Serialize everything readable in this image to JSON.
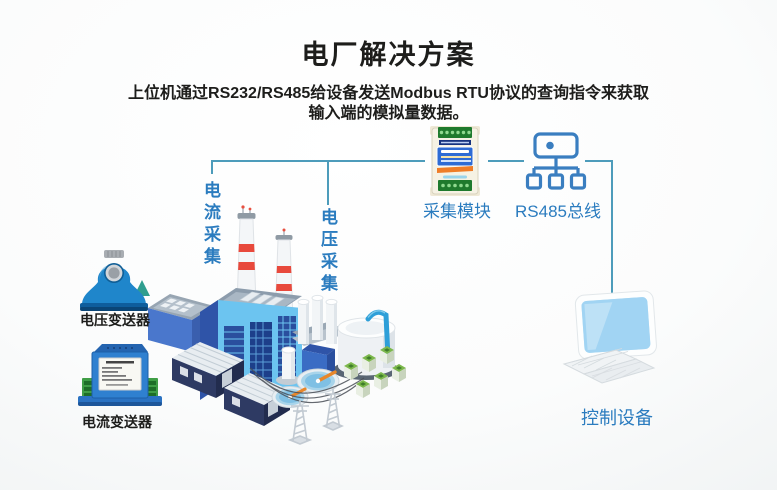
{
  "header": {
    "title": "电厂解决方案",
    "description": [
      "上位机通过RS232/RS485给设备发送Modbus RTU协议的查询指令来获取",
      "输入端的模拟量数据。"
    ]
  },
  "diagram": {
    "labels": {
      "current_collection": "电流采集",
      "voltage_collection": "电压采集",
      "collection_module": "采集模块",
      "rs485_bus": "RS485总线",
      "control_device": "控制设备",
      "voltage_transmitter": "电压变送器",
      "current_transmitter": "电流变送器"
    },
    "icons": [
      "collection-module-device-icon",
      "rs485-bus-icon",
      "power-plant-illustration",
      "control-computer-icon",
      "voltage-transmitter-icon",
      "current-transmitter-icon"
    ],
    "colors": {
      "label_blue": "#2b7cbf",
      "connector_teal": "#4d9cbb",
      "icon_stroke_blue": "#3a7ec0",
      "text_dark": "#1d1d1b",
      "device_blue": "#1f86cb",
      "accent_orange": "#ef7d28",
      "accent_red": "#e8493c",
      "accent_green": "#7cb84c"
    }
  }
}
